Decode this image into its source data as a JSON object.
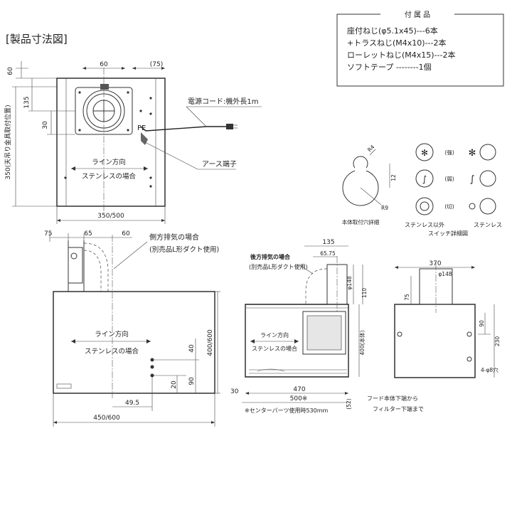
{
  "title": "[製品寸法図]",
  "accessories": {
    "heading": "付 属 品",
    "items": [
      "座付ねじ(φ5.1x45)---6本",
      "+トラスねじ(M4x10)---2本",
      "ローレットねじ(M4x15)---2本",
      "ソフトテープ --------1個"
    ]
  },
  "top_view": {
    "dims": [
      "60",
      "(75)",
      "60",
      "135",
      "30",
      "350(天吊り金具取付位置)",
      "350/500"
    ],
    "labels": {
      "power_cord": "電源コード:機外長1m",
      "earth": "アース端子",
      "pe": "PE",
      "line_dir": "ライン方向",
      "stainless": "ステンレスの場合"
    }
  },
  "front_view": {
    "dims": [
      "75",
      "65",
      "60",
      "400/600",
      "40",
      "20",
      "90",
      "49.5",
      "450/600"
    ],
    "labels": {
      "side_exhaust": "側方排気の場合",
      "side_exhaust_note": "(別売品L形ダクト使用)",
      "line_dir": "ライン方向",
      "stainless": "ステンレスの場合"
    }
  },
  "side_view": {
    "dims": [
      "135",
      "65.75",
      "φ148",
      "110",
      "400(本体)",
      "470",
      "500※",
      "30",
      "(52)"
    ],
    "labels": {
      "rear_exhaust": "後方排気の場合",
      "rear_exhaust_note": "(別売品L形ダクト使用)",
      "line_dir": "ライン方向",
      "stainless": "ステンレスの場合",
      "center_parts": "※センターパーツ使用時530mm",
      "hood_bottom": "フード本体下端から",
      "filter_bottom": "フィルター下端まで"
    }
  },
  "rear_view": {
    "dims": [
      "370",
      "φ148",
      "75",
      "90",
      "230",
      "4-φ8穴"
    ]
  },
  "mount_hole": {
    "dims": [
      "R4",
      "12",
      "R9"
    ],
    "caption": "本体取付穴詳細"
  },
  "switch_detail": {
    "strong": "(強)",
    "weak": "(弱)",
    "off": "(切)",
    "non_stainless": "ステンレス以外",
    "stainless": "ステンレス",
    "caption": "スイッチ詳細図"
  }
}
